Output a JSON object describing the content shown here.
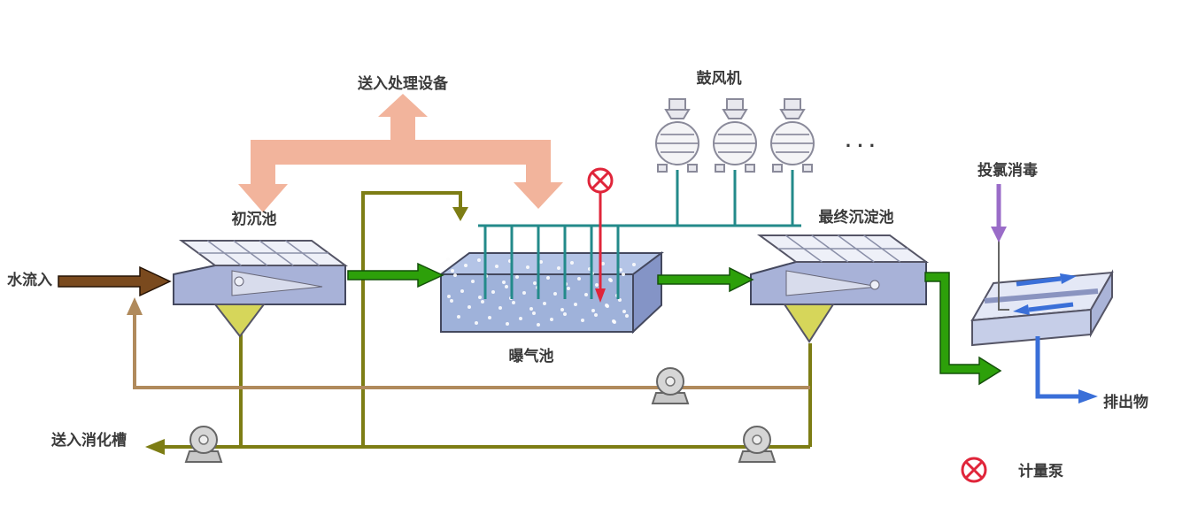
{
  "diagram": {
    "labels": {
      "inflow": "水流入",
      "primary_tank": "初沉池",
      "to_equipment": "送入处理设备",
      "blower": "鼓风机",
      "ellipsis": "· · ·",
      "aeration_tank": "曝气池",
      "final_tank": "最终沉淀池",
      "chlorination": "投氯消毒",
      "discharge": "排出物",
      "to_digester": "送入消化槽",
      "metering_pump": "计量泵"
    },
    "colors": {
      "pink_arrow": "#f2b49c",
      "green_arrow": "#2da00a",
      "olive_line": "#7d7d14",
      "tan_line": "#b08a5c",
      "brown_arrow": "#7a4a1e",
      "teal_pipe": "#238a8a",
      "red_symbol": "#e0253a",
      "purple_arrow": "#9a6cc8",
      "blue_arrow": "#3a6fd8",
      "tank_fill": "#a8b2d8",
      "hopper_fill": "#d6d65a"
    }
  }
}
